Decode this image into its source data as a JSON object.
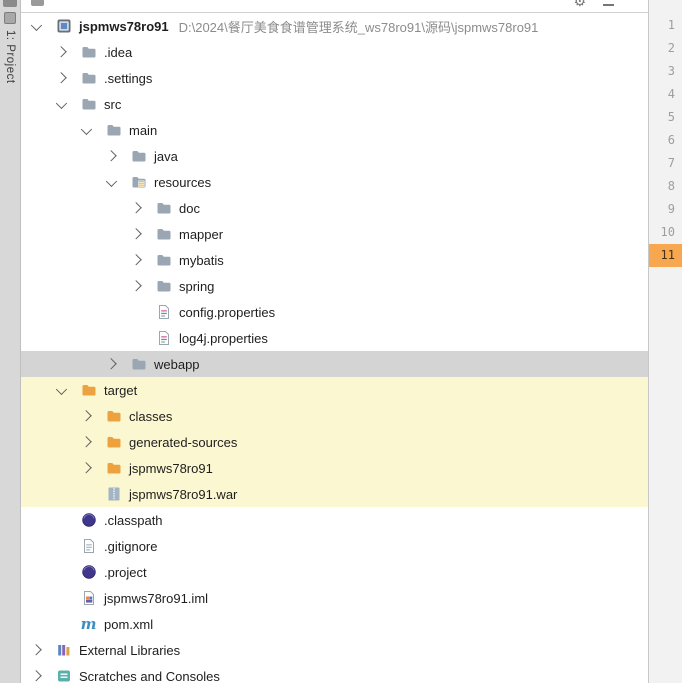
{
  "left_bar": {
    "button_label": "1: Project"
  },
  "colors": {
    "selection_background": "#d4d4d4",
    "excluded_background": "#fbf7d0",
    "gutter_highlight": "#f7a750",
    "folder_blue": "#9aa7b2",
    "folder_orange": "#eca33f"
  },
  "project_tree": {
    "items": [
      {
        "label": "jspmws78ro91",
        "annotation": "D:\\2024\\餐厅美食食谱管理系统_ws78ro91\\源码\\jspmws78ro91",
        "level": 0,
        "toggle": "expanded",
        "icon": "project",
        "bold": true,
        "background": "none"
      },
      {
        "label": ".idea",
        "level": 1,
        "toggle": "collapsed",
        "icon": "folder",
        "background": "none"
      },
      {
        "label": ".settings",
        "level": 1,
        "toggle": "collapsed",
        "icon": "folder",
        "background": "none"
      },
      {
        "label": "src",
        "level": 1,
        "toggle": "expanded",
        "icon": "folder",
        "background": "none"
      },
      {
        "label": "main",
        "level": 2,
        "toggle": "expanded",
        "icon": "folder",
        "background": "none"
      },
      {
        "label": "java",
        "level": 3,
        "toggle": "collapsed",
        "icon": "folder",
        "background": "none"
      },
      {
        "label": "resources",
        "level": 3,
        "toggle": "expanded",
        "icon": "resources-folder",
        "background": "none"
      },
      {
        "label": "doc",
        "level": 4,
        "toggle": "collapsed",
        "icon": "folder",
        "background": "none"
      },
      {
        "label": "mapper",
        "level": 4,
        "toggle": "collapsed",
        "icon": "folder",
        "background": "none"
      },
      {
        "label": "mybatis",
        "level": 4,
        "toggle": "collapsed",
        "icon": "folder",
        "background": "none"
      },
      {
        "label": "spring",
        "level": 4,
        "toggle": "collapsed",
        "icon": "folder",
        "background": "none"
      },
      {
        "label": "config.properties",
        "level": 4,
        "toggle": "none",
        "icon": "properties-file",
        "background": "none"
      },
      {
        "label": "log4j.properties",
        "level": 4,
        "toggle": "none",
        "icon": "properties-file",
        "background": "none"
      },
      {
        "label": "webapp",
        "level": 3,
        "toggle": "collapsed",
        "icon": "folder",
        "background": "selected"
      },
      {
        "label": "target",
        "level": 1,
        "toggle": "expanded",
        "icon": "excluded-folder",
        "background": "excluded"
      },
      {
        "label": "classes",
        "level": 2,
        "toggle": "collapsed",
        "icon": "excluded-folder",
        "background": "excluded"
      },
      {
        "label": "generated-sources",
        "level": 2,
        "toggle": "collapsed",
        "icon": "excluded-folder",
        "background": "excluded"
      },
      {
        "label": "jspmws78ro91",
        "level": 2,
        "toggle": "collapsed",
        "icon": "excluded-folder",
        "background": "excluded"
      },
      {
        "label": "jspmws78ro91.war",
        "level": 2,
        "toggle": "none",
        "icon": "archive-file",
        "background": "excluded"
      },
      {
        "label": ".classpath",
        "level": 1,
        "toggle": "none",
        "icon": "eclipse-file",
        "background": "none"
      },
      {
        "label": ".gitignore",
        "level": 1,
        "toggle": "none",
        "icon": "text-file",
        "background": "none"
      },
      {
        "label": ".project",
        "level": 1,
        "toggle": "none",
        "icon": "eclipse-file",
        "background": "none"
      },
      {
        "label": "jspmws78ro91.iml",
        "level": 1,
        "toggle": "none",
        "icon": "module-file",
        "background": "none"
      },
      {
        "label": "pom.xml",
        "level": 1,
        "toggle": "none",
        "icon": "maven-file",
        "background": "none"
      },
      {
        "label": "External Libraries",
        "level": 0,
        "toggle": "collapsed",
        "icon": "libraries",
        "background": "none"
      },
      {
        "label": "Scratches and Consoles",
        "level": 0,
        "toggle": "collapsed",
        "icon": "scratches",
        "background": "none"
      }
    ]
  },
  "gutter": {
    "line_numbers": [
      "1",
      "2",
      "3",
      "4",
      "5",
      "6",
      "7",
      "8",
      "9",
      "10",
      "11"
    ],
    "highlighted_line": "11"
  }
}
